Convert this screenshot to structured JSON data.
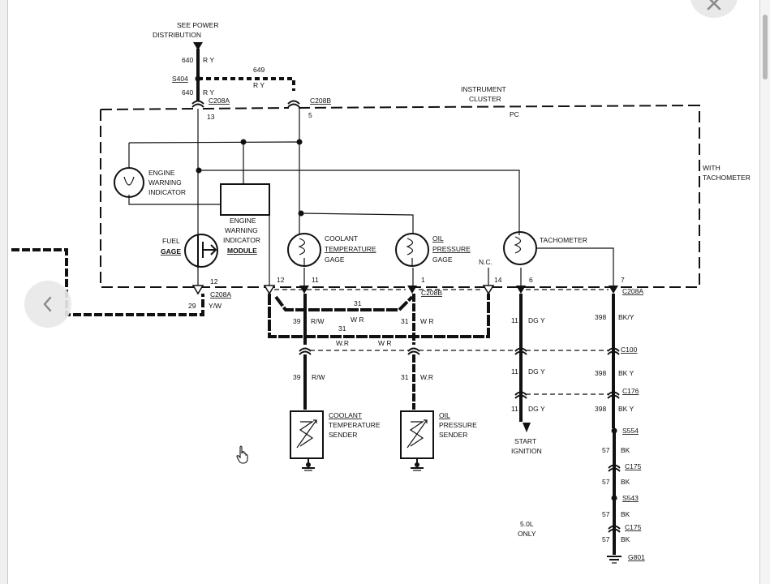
{
  "viewer": {
    "prev_icon": "chevron-left-icon",
    "close_icon": "close-icon",
    "cursor_icon": "hand-pointer-icon"
  },
  "diagram": {
    "see_power_1": "SEE POWER",
    "see_power_2": "DISTRIBUTION",
    "w640_top": "640",
    "w640_top_color": "R Y",
    "s404": "S404",
    "w649": "649",
    "w649_color": "R Y",
    "w640_mid": "640",
    "w640_mid_color": "R Y",
    "c208a_top": "C208A",
    "c208b_top": "C208B",
    "pin13": "13",
    "pin5": "5",
    "cluster_1": "INSTRUMENT",
    "cluster_2": "CLUSTER",
    "pc": "PC",
    "with_1": "WITH",
    "with_2": "TACHOMETER",
    "ewi_1": "ENGINE",
    "ewi_2": "WARNING",
    "ewi_3": "INDICATOR",
    "ewm_1": "ENGINE",
    "ewm_2": "WARNING",
    "ewm_3": "INDICATOR",
    "ewm_4": "MODULE",
    "fuel_1": "FUEL",
    "fuel_2": "GAGE",
    "ctg_1": "COOLANT",
    "ctg_2": "TEMPERATURE",
    "ctg_3": "GAGE",
    "opg_1": "OIL",
    "opg_2": "PRESSURE",
    "opg_3": "GAGE",
    "tach": "TACHOMETER",
    "nc": "N.C.",
    "pin12a": "12",
    "pin12b": "12",
    "pin11": "11",
    "pin1": "1",
    "pin14": "14",
    "pin6": "6",
    "pin7": "7",
    "c208a_left": "C208A",
    "c208b_mid": "C208B",
    "c208a_right": "C208A",
    "w29": "29",
    "w29_color": "Y/W",
    "w31_a": "31",
    "w31_a_color": "W R",
    "w39_a": "39",
    "w39_a_color": "R/W",
    "w31_b": "31",
    "w31_c": "31",
    "w31_c_color": "W R",
    "w31_b_color": "W.R",
    "w31_bottom_color": "W R",
    "w11_a": "11",
    "w11_a_color": "DG Y",
    "w398_a": "398",
    "w398_a_color": "BK/Y",
    "c100": "C100",
    "w39_b": "39",
    "w39_b_color": "R/W",
    "w31_d": "31",
    "w31_d_color": "W.R",
    "w11_b": "11",
    "w11_b_color": "DG Y",
    "w398_b": "398",
    "w398_b_color": "BK Y",
    "c176": "C176",
    "w11_c": "11",
    "w11_c_color": "DG Y",
    "w398_c": "398",
    "w398_c_color": "BK Y",
    "cts_1": "COOLANT",
    "cts_2": "TEMPERATURE",
    "cts_3": "SENDER",
    "ops_1": "OIL",
    "ops_2": "PRESSURE",
    "ops_3": "SENDER",
    "start_1": "START",
    "start_2": "IGNITION",
    "s554": "S554",
    "w57_a": "57",
    "bk_a": "BK",
    "c175_a": "C175",
    "w57_b": "57",
    "bk_b": "BK",
    "s543": "S543",
    "w57_c": "57",
    "bk_c": "BK",
    "c175_b": "C175",
    "w57_d": "57",
    "bk_d": "BK",
    "g801": "G801",
    "only_1": "5.0L",
    "only_2": "ONLY"
  }
}
